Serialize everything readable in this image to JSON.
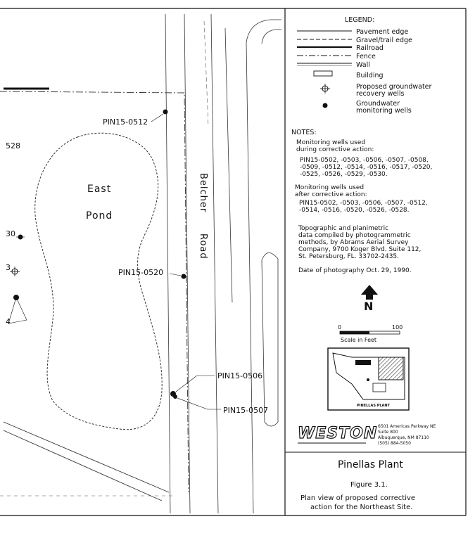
{
  "map": {
    "pond_name_line1": "East",
    "pond_name_line2": "Pond",
    "road_name_line1": "Belcher",
    "road_name_line2": "Road",
    "edge_label_528": "528",
    "edge_label_30": "30",
    "edge_label_3": "3",
    "edge_label_4": "4",
    "wells": [
      {
        "id": "PIN15-0512"
      },
      {
        "id": "PIN15-0520"
      },
      {
        "id": "PIN15-0506"
      },
      {
        "id": "PIN15-0507"
      }
    ]
  },
  "legend": {
    "title": "LEGEND:",
    "items": [
      {
        "label": "Pavement edge"
      },
      {
        "label": "Gravel/trail edge"
      },
      {
        "label": "Railroad"
      },
      {
        "label": "Fence"
      },
      {
        "label": "Wall"
      },
      {
        "label": "Building"
      }
    ],
    "recovery_line1": "Proposed groundwater",
    "recovery_line2": "recovery wells",
    "monitoring_line1": "Groundwater",
    "monitoring_line2": "monitoring wells"
  },
  "notes": {
    "title": "NOTES:",
    "during_line1": "Monitoring wells used",
    "during_line2": "during corrective action:",
    "during_list_line1": "PIN15-0502, -0503, -0506, -0507, -0508,",
    "during_list_line2": "-0509, -0512, -0514, -0516, -0517, -0520,",
    "during_list_line3": "-0525, -0526, -0529, -0530.",
    "after_line1": "Monitoring wells used",
    "after_line2": "after corrective action:",
    "after_list_line1": "PIN15-0502, -0503, -0506, -0507, -0512,",
    "after_list_line2": "-0514, -0516, -0520, -0526, -0528.",
    "topo_line1": "Topographic and planimetric",
    "topo_line2": "data compiled by photogrammetric",
    "topo_line3": "methods, by Abrams Aerial Survey",
    "topo_line4": "Company, 9700 Koger Blvd. Suite 112,",
    "topo_line5": "St. Petersburg, FL. 33702-2435.",
    "photo_date": "Date of photography Oct. 29, 1990."
  },
  "north_label": "N",
  "scale": {
    "min": "0",
    "max": "100",
    "caption": "Scale in Feet"
  },
  "inset": {
    "caption": "PINELLAS PLANT"
  },
  "company": {
    "logo_text": "WESTON",
    "address_line1": "6501 Americas Parkway NE",
    "address_line2": "Suite 800",
    "address_line3": "Albuquerque, NM 87110",
    "address_line4": "(505) 884-5050"
  },
  "title_block": {
    "title": "Pinellas Plant",
    "figure": "Figure 3.1.",
    "caption_line1": "Plan view of proposed corrective",
    "caption_line2": "action for the Northeast Site."
  }
}
